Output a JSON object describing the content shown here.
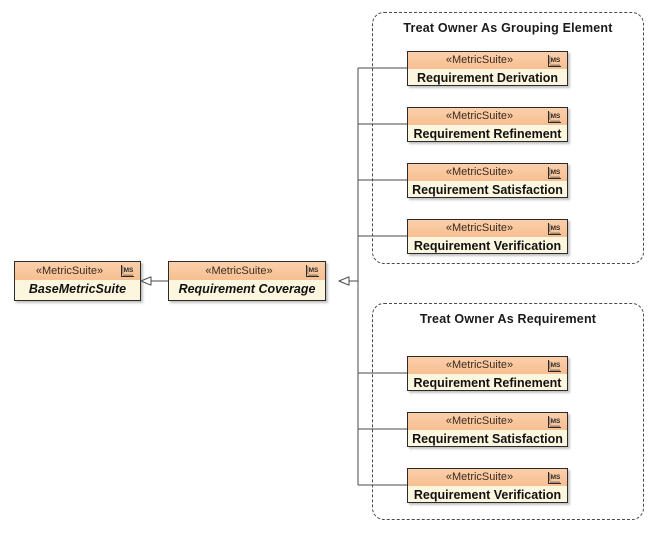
{
  "diagram": {
    "type": "uml-class-diagram",
    "background": "#ffffff",
    "colors": {
      "node_header": "#f7bf91",
      "node_body": "#fdf6de",
      "node_border": "#2b2b2b",
      "frame_border": "#4a4a4a",
      "connector": "#555555",
      "text": "#111111"
    }
  },
  "stereotype": "«MetricSuite»",
  "icon_name": "metricsuite-ruler-icon",
  "icon_text": "MS",
  "base_chain": [
    {
      "id": "base",
      "stereotype": "«MetricSuite»",
      "name": "BaseMetricSuite",
      "abstract": true
    },
    {
      "id": "coverage",
      "stereotype": "«MetricSuite»",
      "name": "Requirement Coverage",
      "abstract": true
    }
  ],
  "groups": [
    {
      "id": "group-grouping-element",
      "label": "Treat Owner As Grouping Element",
      "nodes": [
        {
          "id": "g1-derivation",
          "stereotype": "«MetricSuite»",
          "name": "Requirement Derivation"
        },
        {
          "id": "g1-refinement",
          "stereotype": "«MetricSuite»",
          "name": "Requirement Refinement"
        },
        {
          "id": "g1-satisfaction",
          "stereotype": "«MetricSuite»",
          "name": "Requirement Satisfaction"
        },
        {
          "id": "g1-verification",
          "stereotype": "«MetricSuite»",
          "name": "Requirement Verification"
        }
      ]
    },
    {
      "id": "group-requirement",
      "label": "Treat Owner As Requirement",
      "nodes": [
        {
          "id": "g2-refinement",
          "stereotype": "«MetricSuite»",
          "name": "Requirement Refinement"
        },
        {
          "id": "g2-satisfaction",
          "stereotype": "«MetricSuite»",
          "name": "Requirement Satisfaction"
        },
        {
          "id": "g2-verification",
          "stereotype": "«MetricSuite»",
          "name": "Requirement Verification"
        }
      ]
    }
  ],
  "relationships": {
    "kind": "generalization",
    "arrowhead": "hollow-triangle",
    "items": [
      {
        "from": "coverage",
        "to": "base"
      },
      {
        "from": "g1-derivation",
        "to": "coverage"
      },
      {
        "from": "g1-refinement",
        "to": "coverage"
      },
      {
        "from": "g1-satisfaction",
        "to": "coverage"
      },
      {
        "from": "g1-verification",
        "to": "coverage"
      },
      {
        "from": "g2-refinement",
        "to": "coverage"
      },
      {
        "from": "g2-satisfaction",
        "to": "coverage"
      },
      {
        "from": "g2-verification",
        "to": "coverage"
      }
    ]
  }
}
